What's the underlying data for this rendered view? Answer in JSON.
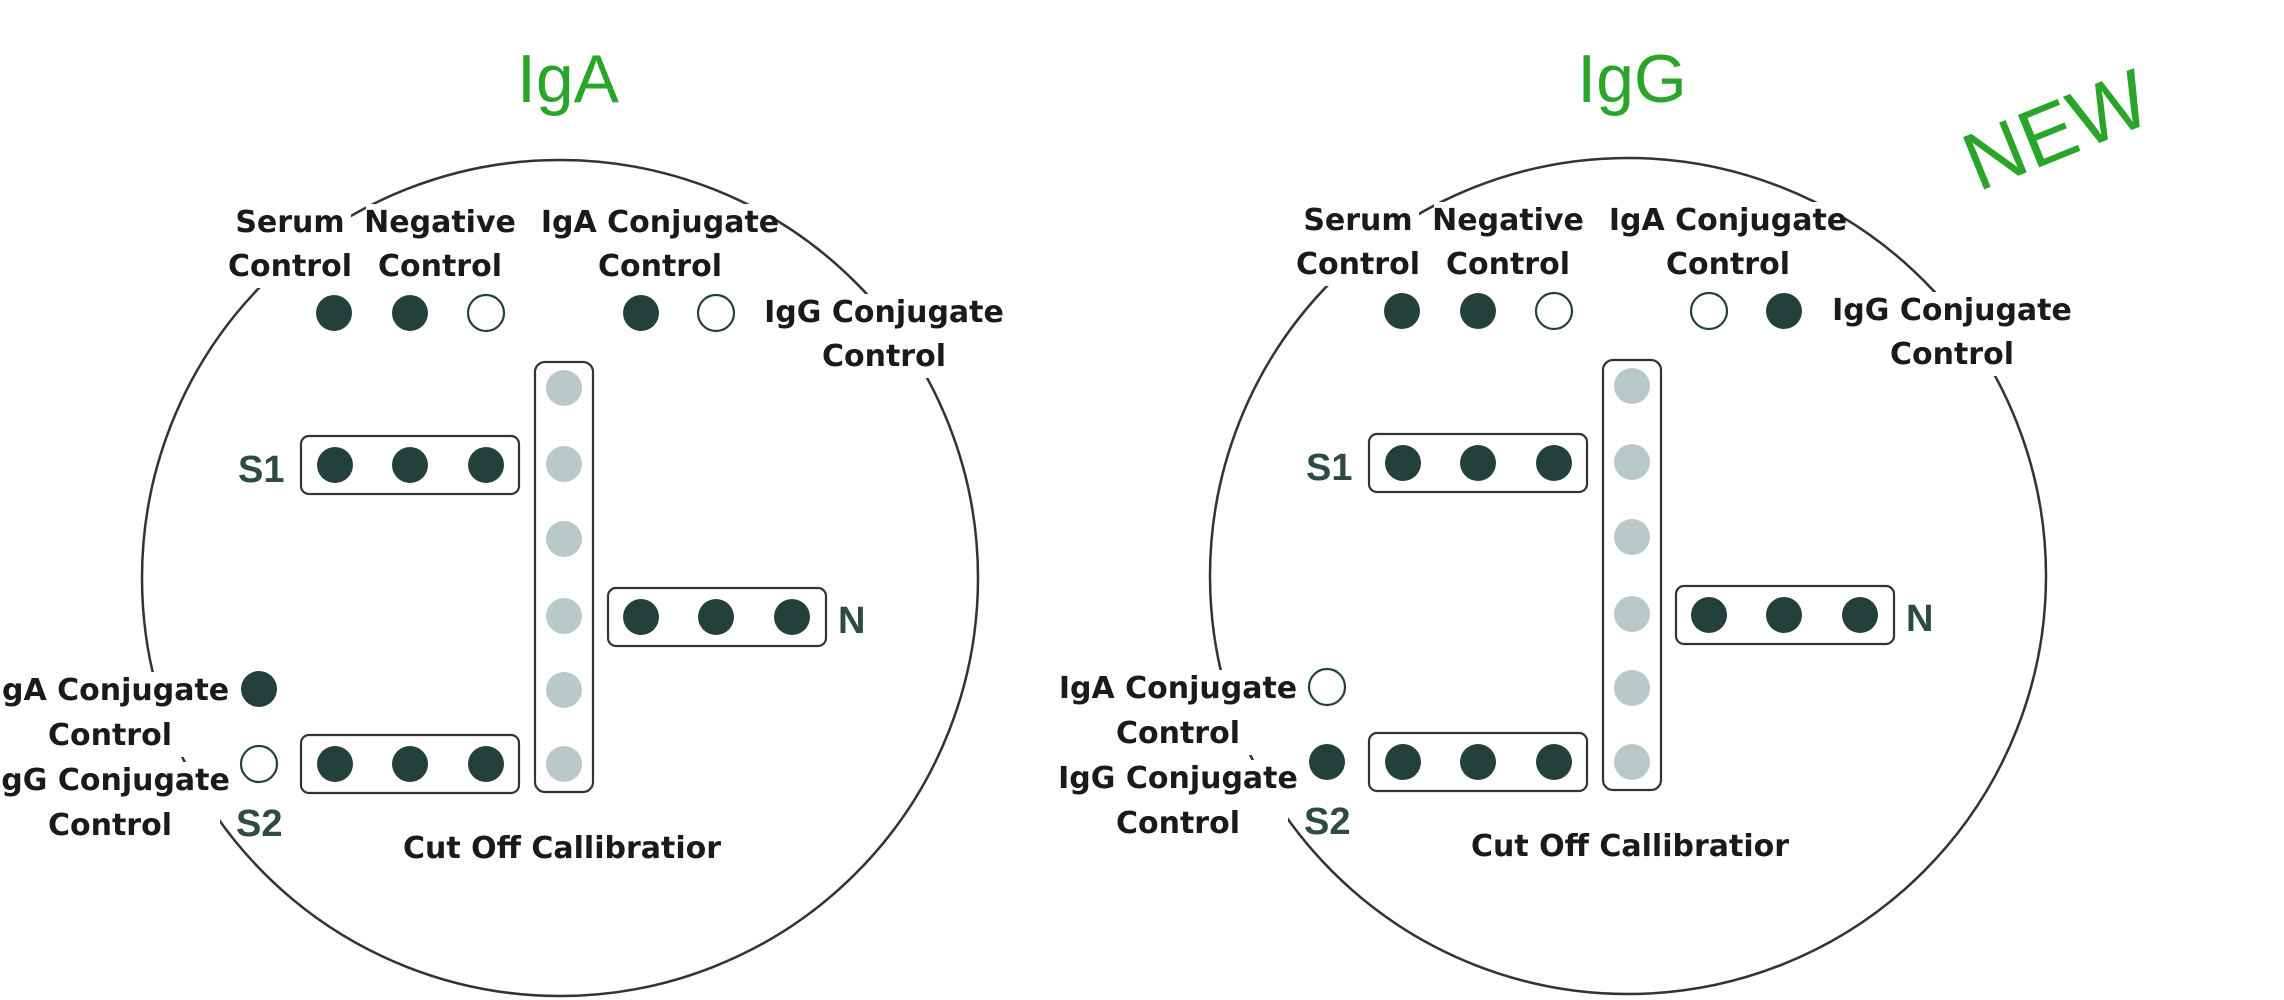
{
  "colors": {
    "title_green": "#2aa52a",
    "well_dark": "#24403a",
    "well_calibrator": "#b9c9c9",
    "tag_text": "#2e4a44"
  },
  "new_badge": "NEW",
  "panels": [
    {
      "id": "iga",
      "title": "IgA",
      "labels": {
        "serum_control": [
          "Serum",
          "Control"
        ],
        "negative_control": [
          "Negative",
          "Control"
        ],
        "top_iga_conjugate_control": [
          "IgA Conjugate",
          "Control"
        ],
        "top_igg_conjugate_control": [
          "IgG Conjugate",
          "Control"
        ],
        "side_iga_conjugate_control": [
          "IgA Conjugate",
          "Control"
        ],
        "side_igg_conjugate_control": [
          "IgG Conjugate",
          "Control"
        ],
        "cut_off": "Cut Off Callibratior",
        "s1": "S1",
        "s2": "S2",
        "n": "N"
      },
      "wells": {
        "top_row": [
          "filled",
          "filled",
          "empty",
          "filled",
          "empty"
        ],
        "side_iga": "filled",
        "side_igg": "empty",
        "s1": [
          "filled",
          "filled",
          "filled"
        ],
        "s2": [
          "filled",
          "filled",
          "filled"
        ],
        "n": [
          "filled",
          "filled",
          "filled"
        ],
        "calibrator": [
          "cal",
          "cal",
          "cal",
          "cal",
          "cal",
          "cal"
        ]
      }
    },
    {
      "id": "igg",
      "title": "IgG",
      "labels": {
        "serum_control": [
          "Serum",
          "Control"
        ],
        "negative_control": [
          "Negative",
          "Control"
        ],
        "top_iga_conjugate_control": [
          "IgA Conjugate",
          "Control"
        ],
        "top_igg_conjugate_control": [
          "IgG Conjugate",
          "Control"
        ],
        "side_iga_conjugate_control": [
          "IgA Conjugate",
          "Control"
        ],
        "side_igg_conjugate_control": [
          "IgG Conjugate",
          "Control"
        ],
        "cut_off": "Cut Off Callibratior",
        "s1": "S1",
        "s2": "S2",
        "n": "N"
      },
      "wells": {
        "top_row": [
          "filled",
          "filled",
          "empty",
          "empty",
          "filled"
        ],
        "side_iga": "empty",
        "side_igg": "filled",
        "s1": [
          "filled",
          "filled",
          "filled"
        ],
        "s2": [
          "filled",
          "filled",
          "filled"
        ],
        "n": [
          "filled",
          "filled",
          "filled"
        ],
        "calibrator": [
          "cal",
          "cal",
          "cal",
          "cal",
          "cal",
          "cal"
        ]
      }
    }
  ]
}
